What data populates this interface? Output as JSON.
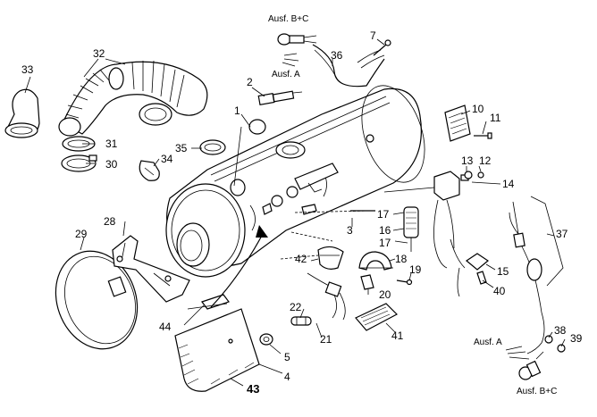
{
  "labels": {
    "n1": "1",
    "n2": "2",
    "n3": "3",
    "n4": "4",
    "n5": "5",
    "n7": "7",
    "n10": "10",
    "n11": "11",
    "n12": "12",
    "n13": "13",
    "n14": "14",
    "n15": "15",
    "n16": "16",
    "n17a": "17",
    "n17b": "17",
    "n18": "18",
    "n19": "19",
    "n20": "20",
    "n21": "21",
    "n22": "22",
    "n28": "28",
    "n29": "29",
    "n30": "30",
    "n31": "31",
    "n32": "32",
    "n33": "33",
    "n34": "34",
    "n35": "35",
    "n36": "36",
    "n37": "37",
    "n38": "38",
    "n39": "39",
    "n40": "40",
    "n41": "41",
    "n42": "42",
    "n43": "43",
    "n44": "44"
  },
  "variants": {
    "top_bc": "Ausf. B+C",
    "top_a": "Ausf. A",
    "bottom_a": "Ausf. A",
    "bottom_bc": "Ausf. B+C"
  }
}
